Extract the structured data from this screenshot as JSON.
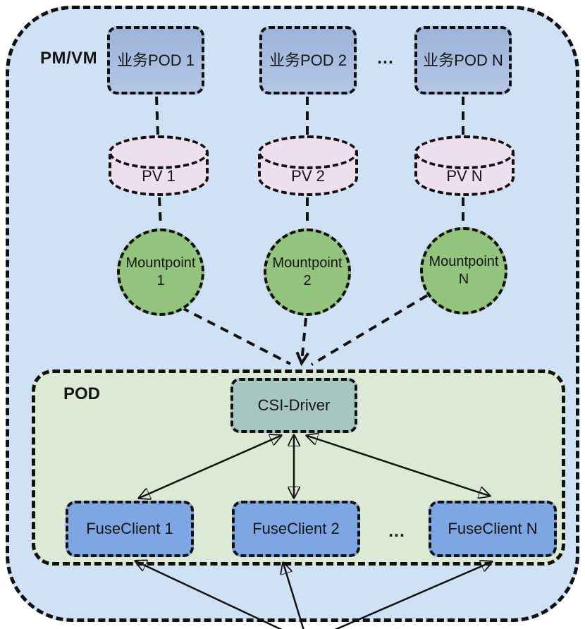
{
  "outer_label": "PM/VM",
  "inner_label": "POD",
  "pods": [
    {
      "label": "业务POD 1"
    },
    {
      "label": "业务POD 2"
    },
    {
      "label": "业务POD N"
    }
  ],
  "pods_ellipsis": "...",
  "pvs": [
    {
      "label": "PV 1"
    },
    {
      "label": "PV 2"
    },
    {
      "label": "PV N"
    }
  ],
  "mountpoints": [
    {
      "name": "Mountpoint",
      "index": "1"
    },
    {
      "name": "Mountpoint",
      "index": "2"
    },
    {
      "name": "Mountpoint",
      "index": "N"
    }
  ],
  "csi_label": "CSI-Driver",
  "fuseclients": [
    {
      "label": "FuseClient 1"
    },
    {
      "label": "FuseClient 2"
    },
    {
      "label": "FuseClient N"
    }
  ],
  "fuse_ellipsis": "...",
  "colors": {
    "canvas_bg": "#ffffff",
    "pmvm_bg": "#cfe2f5",
    "pod_container_bg": "#dcead5",
    "biz_pod_bg": "#a6bcdf",
    "pv_bg": "#eedfee",
    "mountpoint_bg": "#93c47d",
    "csi_bg": "#a6c6c1",
    "fuseclient_bg": "#7ea6e2",
    "stroke": "#111111"
  }
}
